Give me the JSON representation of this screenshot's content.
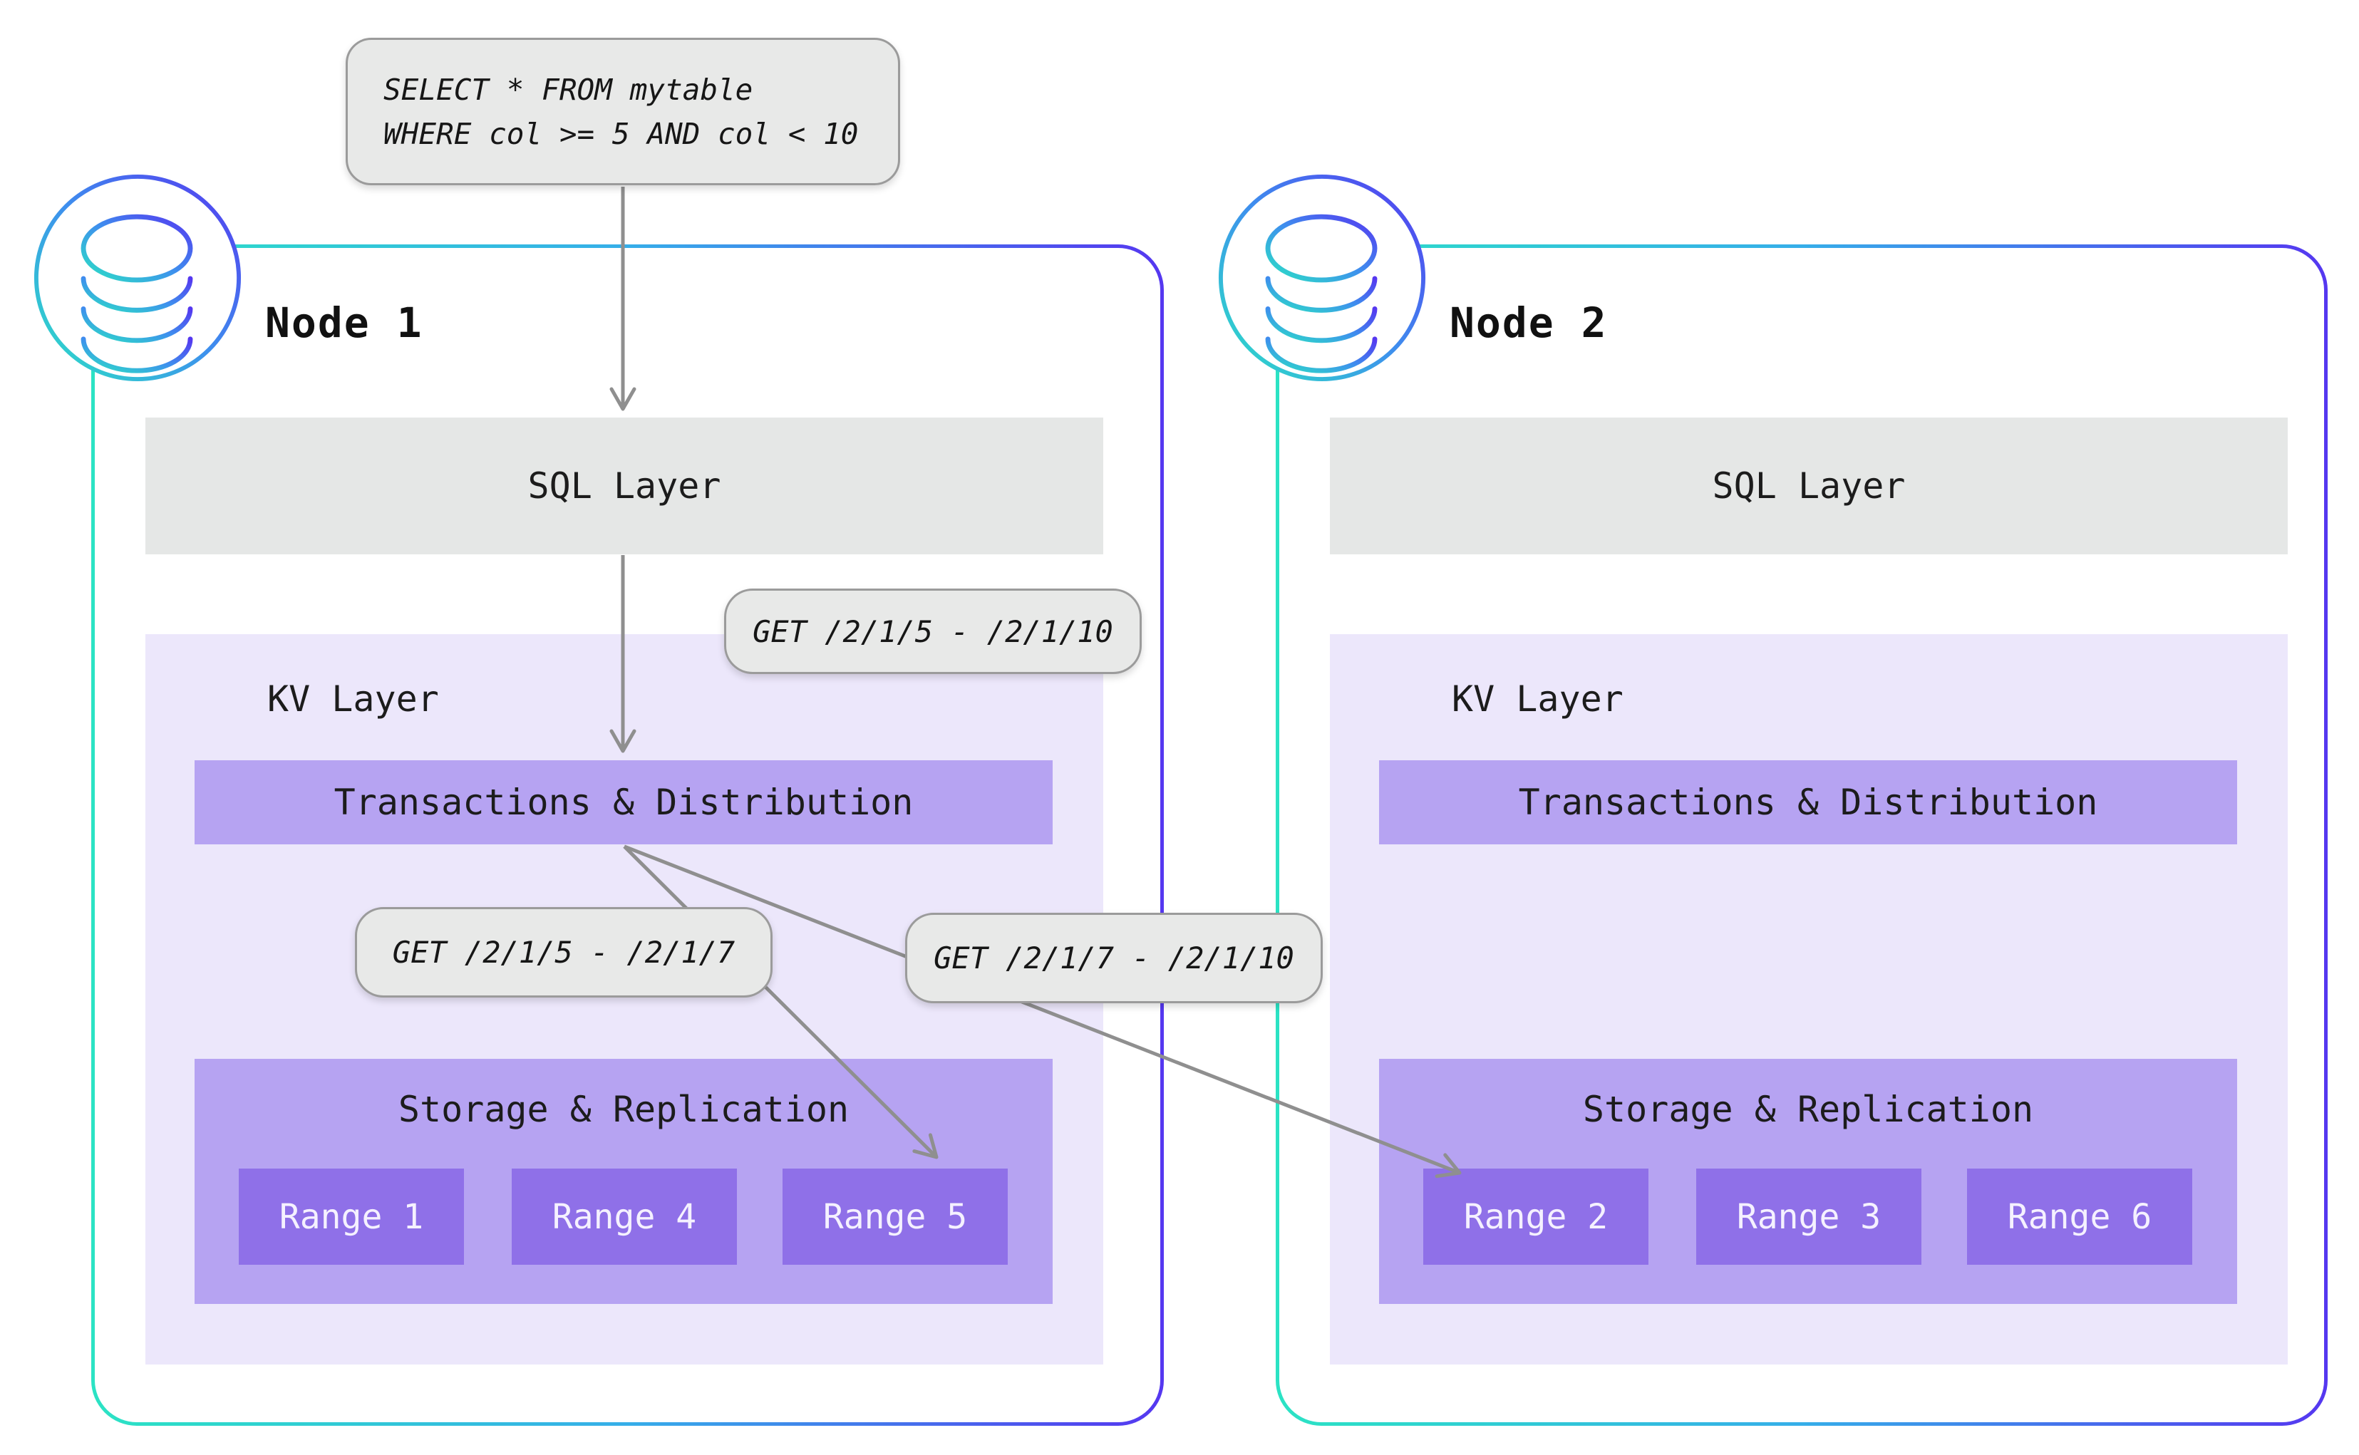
{
  "query_callout": {
    "line1": "SELECT * FROM mytable",
    "line2": "WHERE col >= 5 AND col < 10"
  },
  "get_callouts": {
    "full": "GET /2/1/5 - /2/1/10",
    "left": "GET /2/1/5 - /2/1/7",
    "right": "GET /2/1/7 - /2/1/10"
  },
  "nodes": [
    {
      "title": "Node 1",
      "sql_layer": "SQL Layer",
      "kv_layer": "KV Layer",
      "transactions": "Transactions & Distribution",
      "storage": "Storage & Replication",
      "ranges": [
        "Range 1",
        "Range 4",
        "Range 5"
      ]
    },
    {
      "title": "Node 2",
      "sql_layer": "SQL Layer",
      "kv_layer": "KV Layer",
      "transactions": "Transactions & Distribution",
      "storage": "Storage & Replication",
      "ranges": [
        "Range 2",
        "Range 3",
        "Range 6"
      ]
    }
  ],
  "colors": {
    "gradient_start": "#2BE3C4",
    "gradient_mid": "#36AEE9",
    "gradient_end": "#5537F0",
    "sql_bar": "#E5E7E6",
    "kv_bg": "#ECE7FB",
    "purple_bar": "#B6A3F2",
    "range_box": "#8F70E8",
    "range_text": "#F5F1FF",
    "callout_bg": "#E8E9E8",
    "callout_border": "#9B9B9B",
    "arrow": "#8F8F8F",
    "text_dark": "#1C1C1C"
  }
}
